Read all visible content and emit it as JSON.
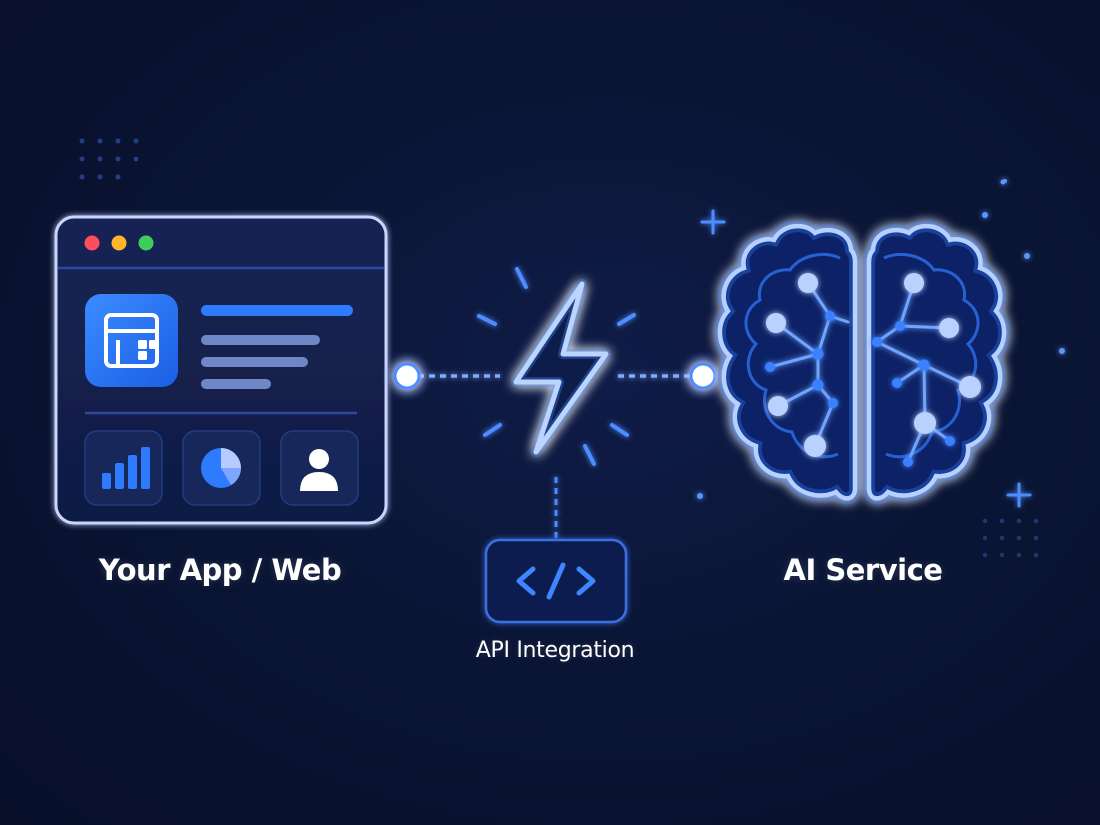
{
  "labels": {
    "app": "Your App / Web",
    "api": "API Integration",
    "ai": "AI Service"
  },
  "icons": {
    "window_buttons": [
      "close-dot-icon",
      "minimize-dot-icon",
      "maximize-dot-icon"
    ],
    "app_logo": "layout-dashboard-icon",
    "widgets": [
      "bar-chart-icon",
      "pie-chart-icon",
      "user-icon"
    ],
    "connector": "lightning-bolt-icon",
    "api": "code-brackets-icon",
    "ai": "brain-network-icon"
  },
  "colors": {
    "background": "#0a1433",
    "accent": "#2f7bff",
    "glow": "#4d8dff",
    "window_close": "#ff4d5e",
    "window_minimize": "#ffb62e",
    "window_maximize": "#3ecf5a"
  }
}
